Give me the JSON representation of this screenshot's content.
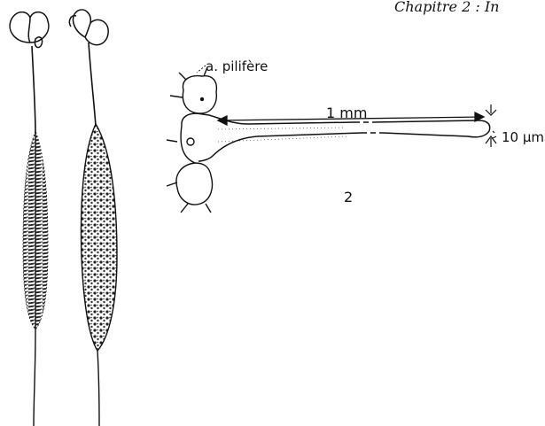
{
  "header": {
    "running_title": "Chapitre 2 : In"
  },
  "figure": {
    "number": "2",
    "cell_label": "a. pilifère",
    "length_label": "1 mm",
    "width_label": "10 µm"
  },
  "colors": {
    "ink": "#111111",
    "background": "#ffffff"
  }
}
